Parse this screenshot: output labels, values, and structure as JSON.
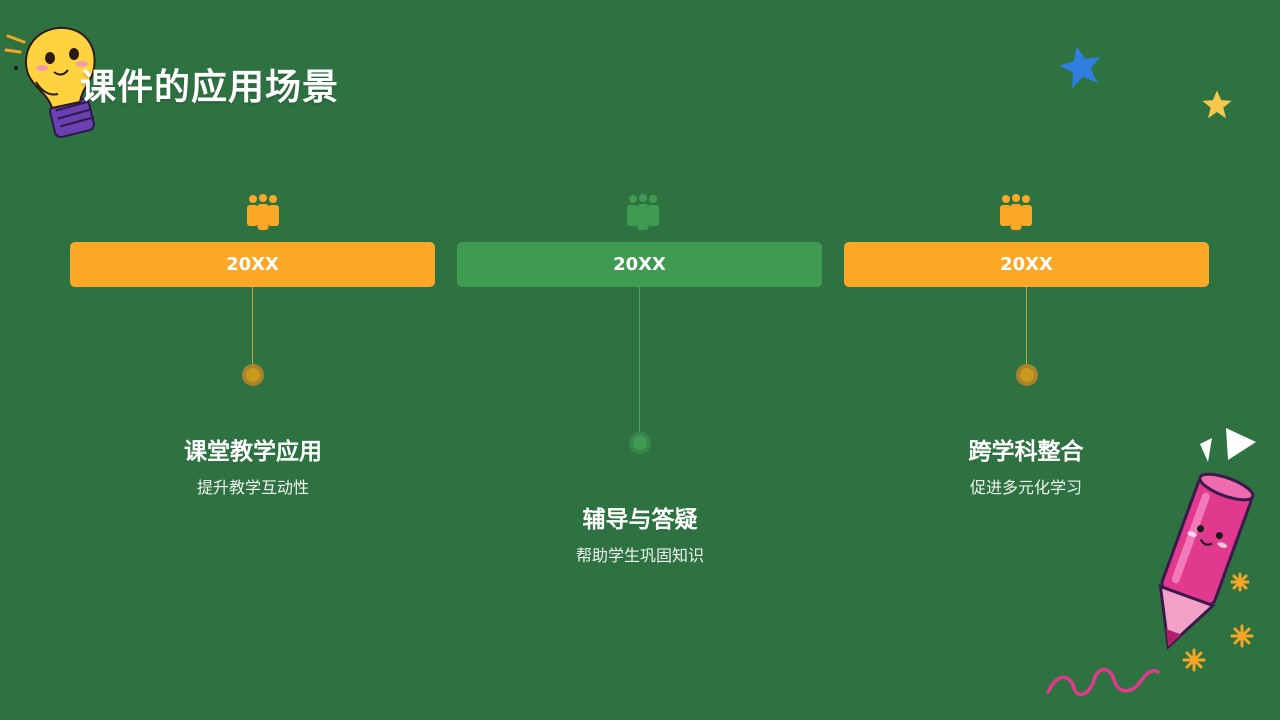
{
  "slide": {
    "title": "课件的应用场景",
    "background": "#2f7242",
    "accent_orange": "#fba826",
    "accent_green": "#3f9a52"
  },
  "items": [
    {
      "year": "20XX",
      "title": "课堂教学应用",
      "subtitle": "提升教学互动性",
      "color": "#fba826",
      "icon": "people-group-icon"
    },
    {
      "year": "20XX",
      "title": "辅导与答疑",
      "subtitle": "帮助学生巩固知识",
      "color": "#3f9a52",
      "icon": "people-group-icon"
    },
    {
      "year": "20XX",
      "title": "跨学科整合",
      "subtitle": "促进多元化学习",
      "color": "#fba826",
      "icon": "people-group-icon"
    }
  ],
  "decorations": [
    "lightbulb-mascot-icon",
    "blue-star-icon",
    "yellow-star-icon",
    "pink-pencil-mascot-icon",
    "white-triangle-icon",
    "orange-sparkle-icon",
    "pink-squiggle-icon"
  ]
}
